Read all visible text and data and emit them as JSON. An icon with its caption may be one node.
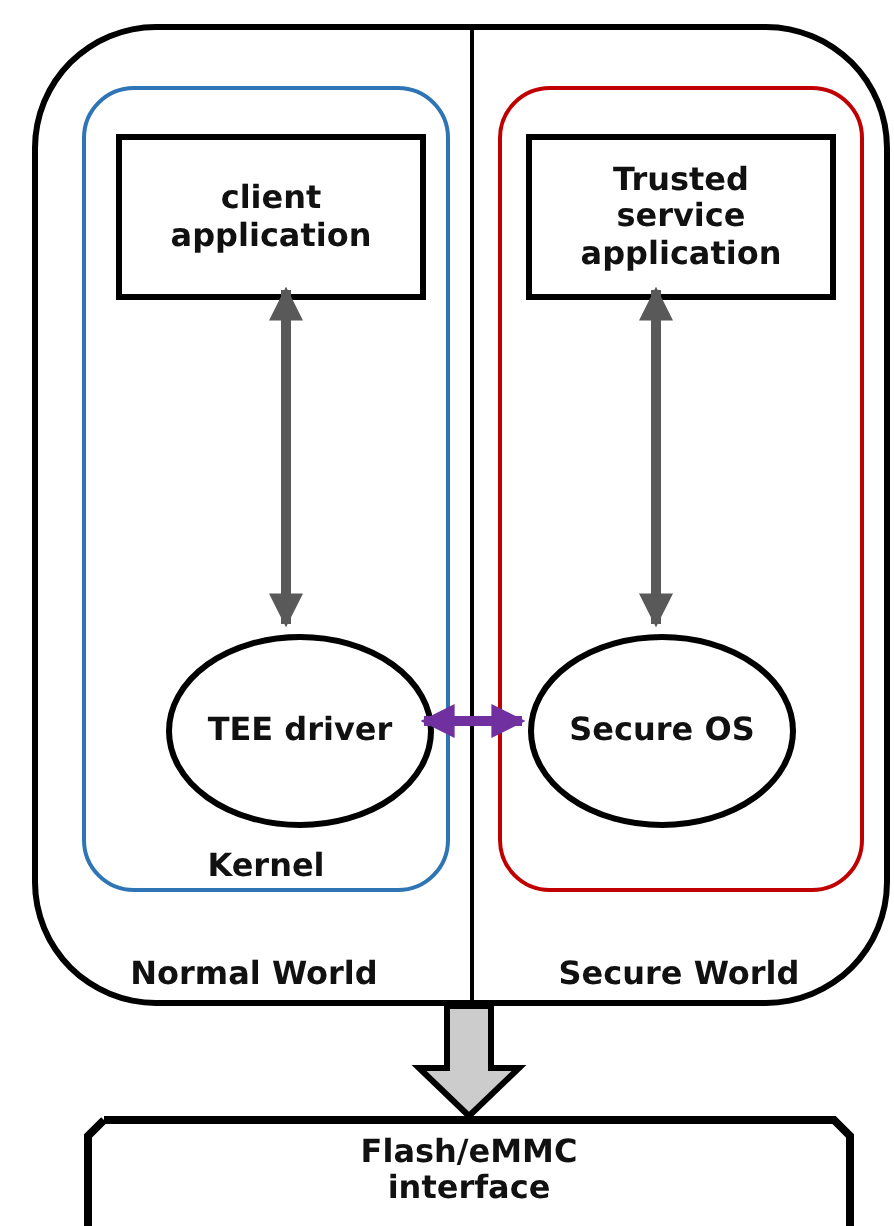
{
  "diagram": {
    "nodes": [
      {
        "text": [
          "Normal World"
        ]
      },
      {
        "text": [
          "Kernel"
        ],
        "in": 0
      },
      {
        "text": [
          "client application"
        ],
        "in": 1
      },
      {
        "text": [
          "TEE driver"
        ],
        "in": 1
      },
      {
        "text": [
          "Secure World"
        ]
      },
      {
        "text": [],
        "shape": "box",
        "in": 4
      },
      {
        "text": [
          "Trusted service application"
        ],
        "in": 5
      },
      {
        "text": [
          "Secure OS"
        ],
        "in": 5
      },
      {
        "text": [
          "Flash/eMMC interface"
        ]
      }
    ],
    "edges": [
      {
        "from": 2,
        "to": 3,
        "arrow": "both"
      },
      {
        "from": 6,
        "to": 7,
        "arrow": "both"
      },
      {
        "from": 3,
        "to": 7,
        "arrow": "both",
        "color": "#7030a0"
      },
      {
        "from": null,
        "to": 8,
        "arrow": "to",
        "style": "thick"
      }
    ]
  }
}
